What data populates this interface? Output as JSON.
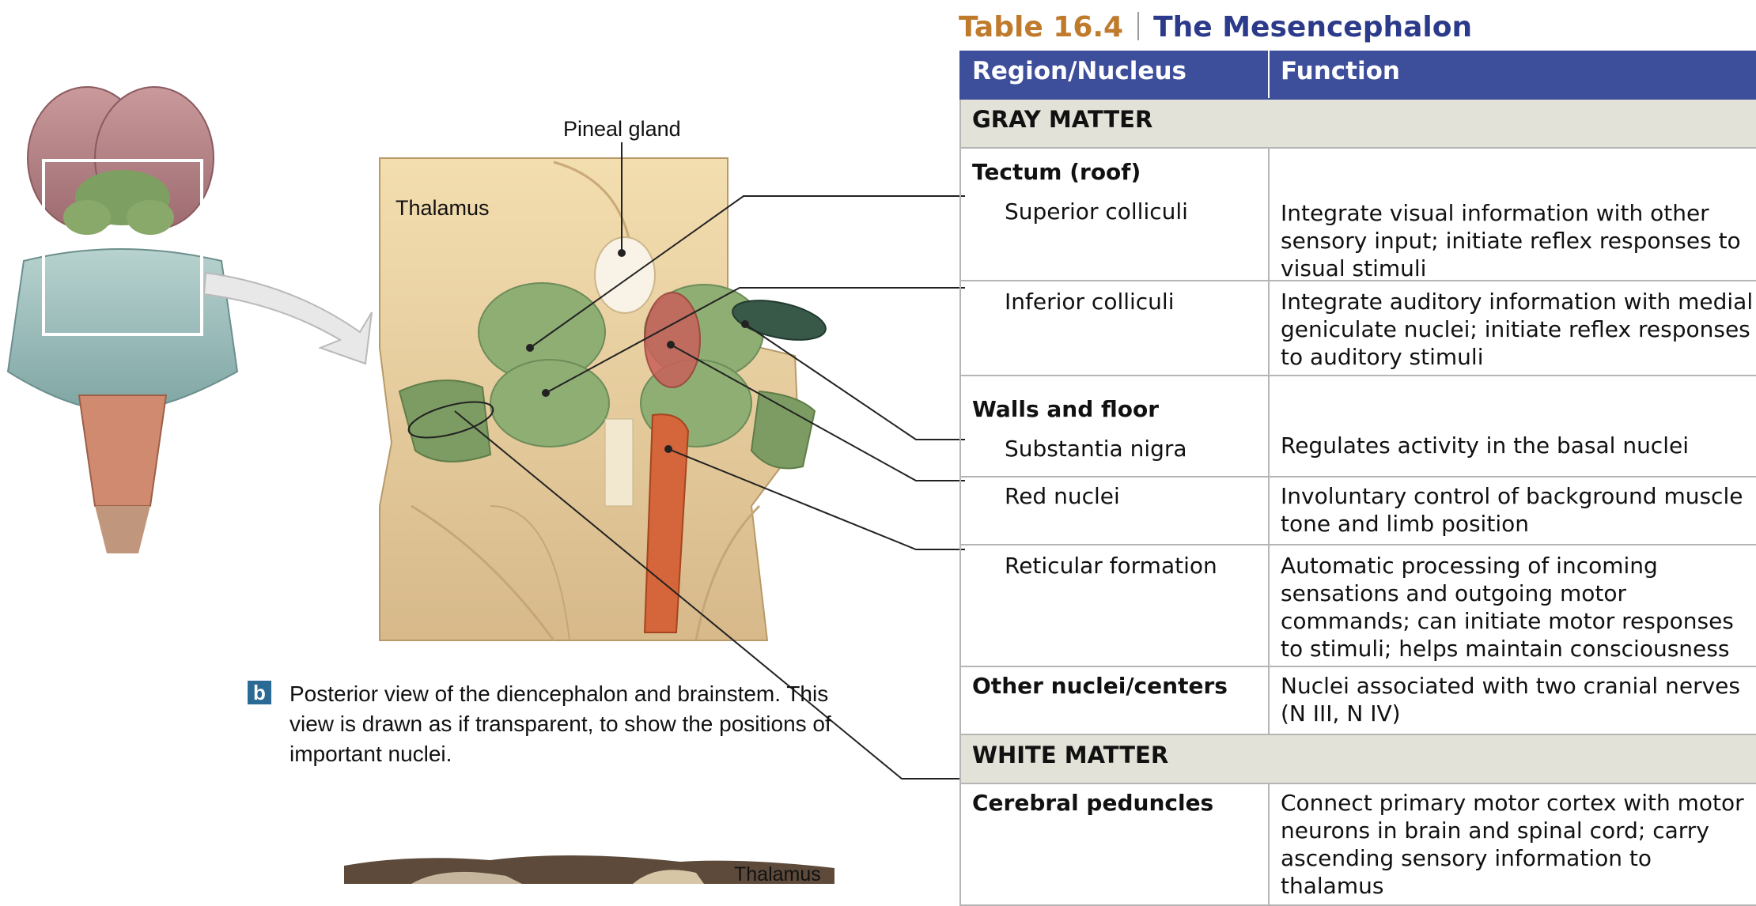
{
  "figure": {
    "labels": {
      "pineal_gland": "Pineal gland",
      "thalamus": "Thalamus",
      "thalamus_bottom": "Thalamus"
    },
    "caption": {
      "badge": "b",
      "text": "Posterior view of the diencephalon and brainstem. This view is drawn as if transparent, to show the positions of important nuclei."
    }
  },
  "table": {
    "number": "Table 16.4",
    "title": "The Mesencephalon",
    "headers": [
      "Region/Nucleus",
      "Function"
    ],
    "gray_matter": "GRAY MATTER",
    "tectum": "Tectum (roof)",
    "superior_colliculi": "Superior colliculi",
    "superior_colliculi_fn": "Integrate visual information with other sensory input; initiate reflex responses to visual stimuli",
    "inferior_colliculi": "Inferior colliculi",
    "inferior_colliculi_fn": "Integrate auditory information with medial geniculate nuclei; initiate reflex responses to auditory stimuli",
    "walls_floor": "Walls and floor",
    "substantia_nigra": "Substantia nigra",
    "substantia_nigra_fn": "Regulates activity in the basal nuclei",
    "red_nuclei": "Red nuclei",
    "red_nuclei_fn": "Involuntary control of background muscle tone and limb position",
    "reticular_formation": "Reticular formation",
    "reticular_formation_fn": "Automatic processing of incoming sensations and outgoing motor commands; can initiate motor responses to stimuli; helps maintain consciousness",
    "other_nuclei": "Other nuclei/centers",
    "other_nuclei_fn": "Nuclei associated with two cranial nerves (N III, N IV)",
    "white_matter": "WHITE MATTER",
    "cerebral_peduncles": "Cerebral peduncles",
    "cerebral_peduncles_fn": "Connect primary motor cortex with motor neurons in brain and spinal cord; carry ascending sensory information to thalamus"
  },
  "colors": {
    "table_number": "#c07a2c",
    "table_title": "#2b3a8a",
    "header_bg": "#3d4e9a",
    "section_bg": "#e3e2d8",
    "caption_badge": "#2a6a95"
  }
}
